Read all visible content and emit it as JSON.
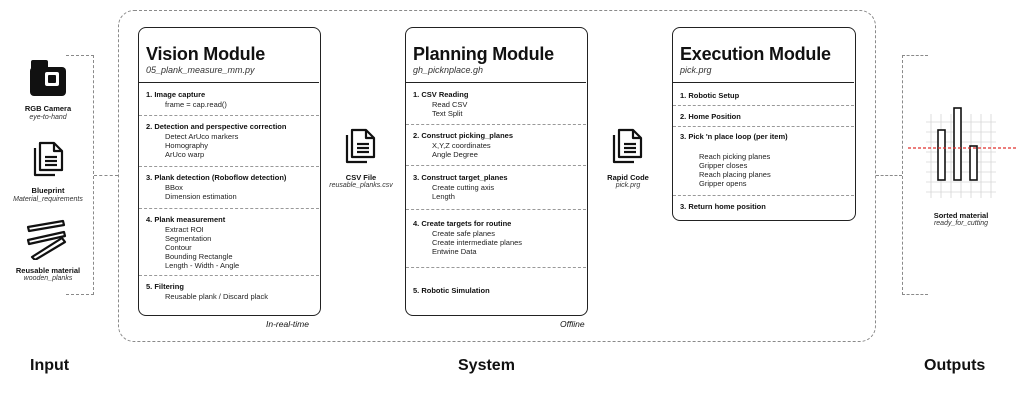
{
  "labels": {
    "input": "Input",
    "system": "System",
    "outputs": "Outputs"
  },
  "inputs": [
    {
      "label": "RGB Camera",
      "sub": "eye-to-hand",
      "icon": "camera-icon"
    },
    {
      "label": "Blueprint",
      "sub": "Material_requirements",
      "icon": "document-icon"
    },
    {
      "label": "Reusable material",
      "sub": "wooden_planks",
      "icon": "planks-icon"
    }
  ],
  "vision": {
    "title": "Vision Module",
    "file": "05_plank_measure_mm.py",
    "footer": "In-real-time",
    "sections": [
      {
        "title": "1. Image capture",
        "items": [
          "frame = cap.read()"
        ]
      },
      {
        "title": "2. Detection and perspective correction",
        "items": [
          "Detect ArUco markers",
          "Homography",
          "ArUco warp"
        ]
      },
      {
        "title": "3. Plank detection (Roboflow detection)",
        "items": [
          "BBox",
          "Dimension estimation"
        ]
      },
      {
        "title": "4. Plank measurement",
        "items": [
          "Extract ROI",
          "Segmentation",
          "Contour",
          "Bounding Rectangle",
          "Length - Width - Angle"
        ]
      },
      {
        "title": "5. Filtering",
        "items": [
          "Reusable plank / Discard plack"
        ]
      }
    ]
  },
  "csv": {
    "label": "CSV File",
    "sub": "reusable_planks.csv",
    "icon": "document-icon"
  },
  "planning": {
    "title": "Planning Module",
    "file": "gh_picknplace.gh",
    "footer": "Offline",
    "sections": [
      {
        "title": "1. CSV Reading",
        "items": [
          "Read CSV",
          "Text Split"
        ]
      },
      {
        "title": "2. Construct picking_planes",
        "items": [
          "X,Y,Z coordinates",
          "Angle Degree"
        ]
      },
      {
        "title": "3. Construct target_planes",
        "items": [
          "Create cutting axis",
          "Length"
        ]
      },
      {
        "title": "4. Create targets for routine",
        "items": [
          "Create safe planes",
          "Create intermediate planes",
          "Entwine Data"
        ]
      },
      {
        "title": "5. Robotic Simulation",
        "items": []
      }
    ]
  },
  "rapid": {
    "label": "Rapid Code",
    "sub": "pick.prg",
    "icon": "document-icon"
  },
  "execution": {
    "title": "Execution Module",
    "file": "pick.prg",
    "sections": [
      {
        "title": "1. Robotic Setup",
        "items": []
      },
      {
        "title": "2. Home Position",
        "items": []
      },
      {
        "title": "3. Pick 'n place loop (per item)",
        "items": [
          "Reach picking planes",
          "Gripper closes",
          "Reach placing planes",
          "Gripper opens"
        ]
      },
      {
        "title": "3. Return home position",
        "items": []
      }
    ]
  },
  "output": {
    "label": "Sorted material",
    "sub": "ready_for_cutting",
    "icon": "sorted-bars-icon",
    "accent": "#e0302e"
  }
}
